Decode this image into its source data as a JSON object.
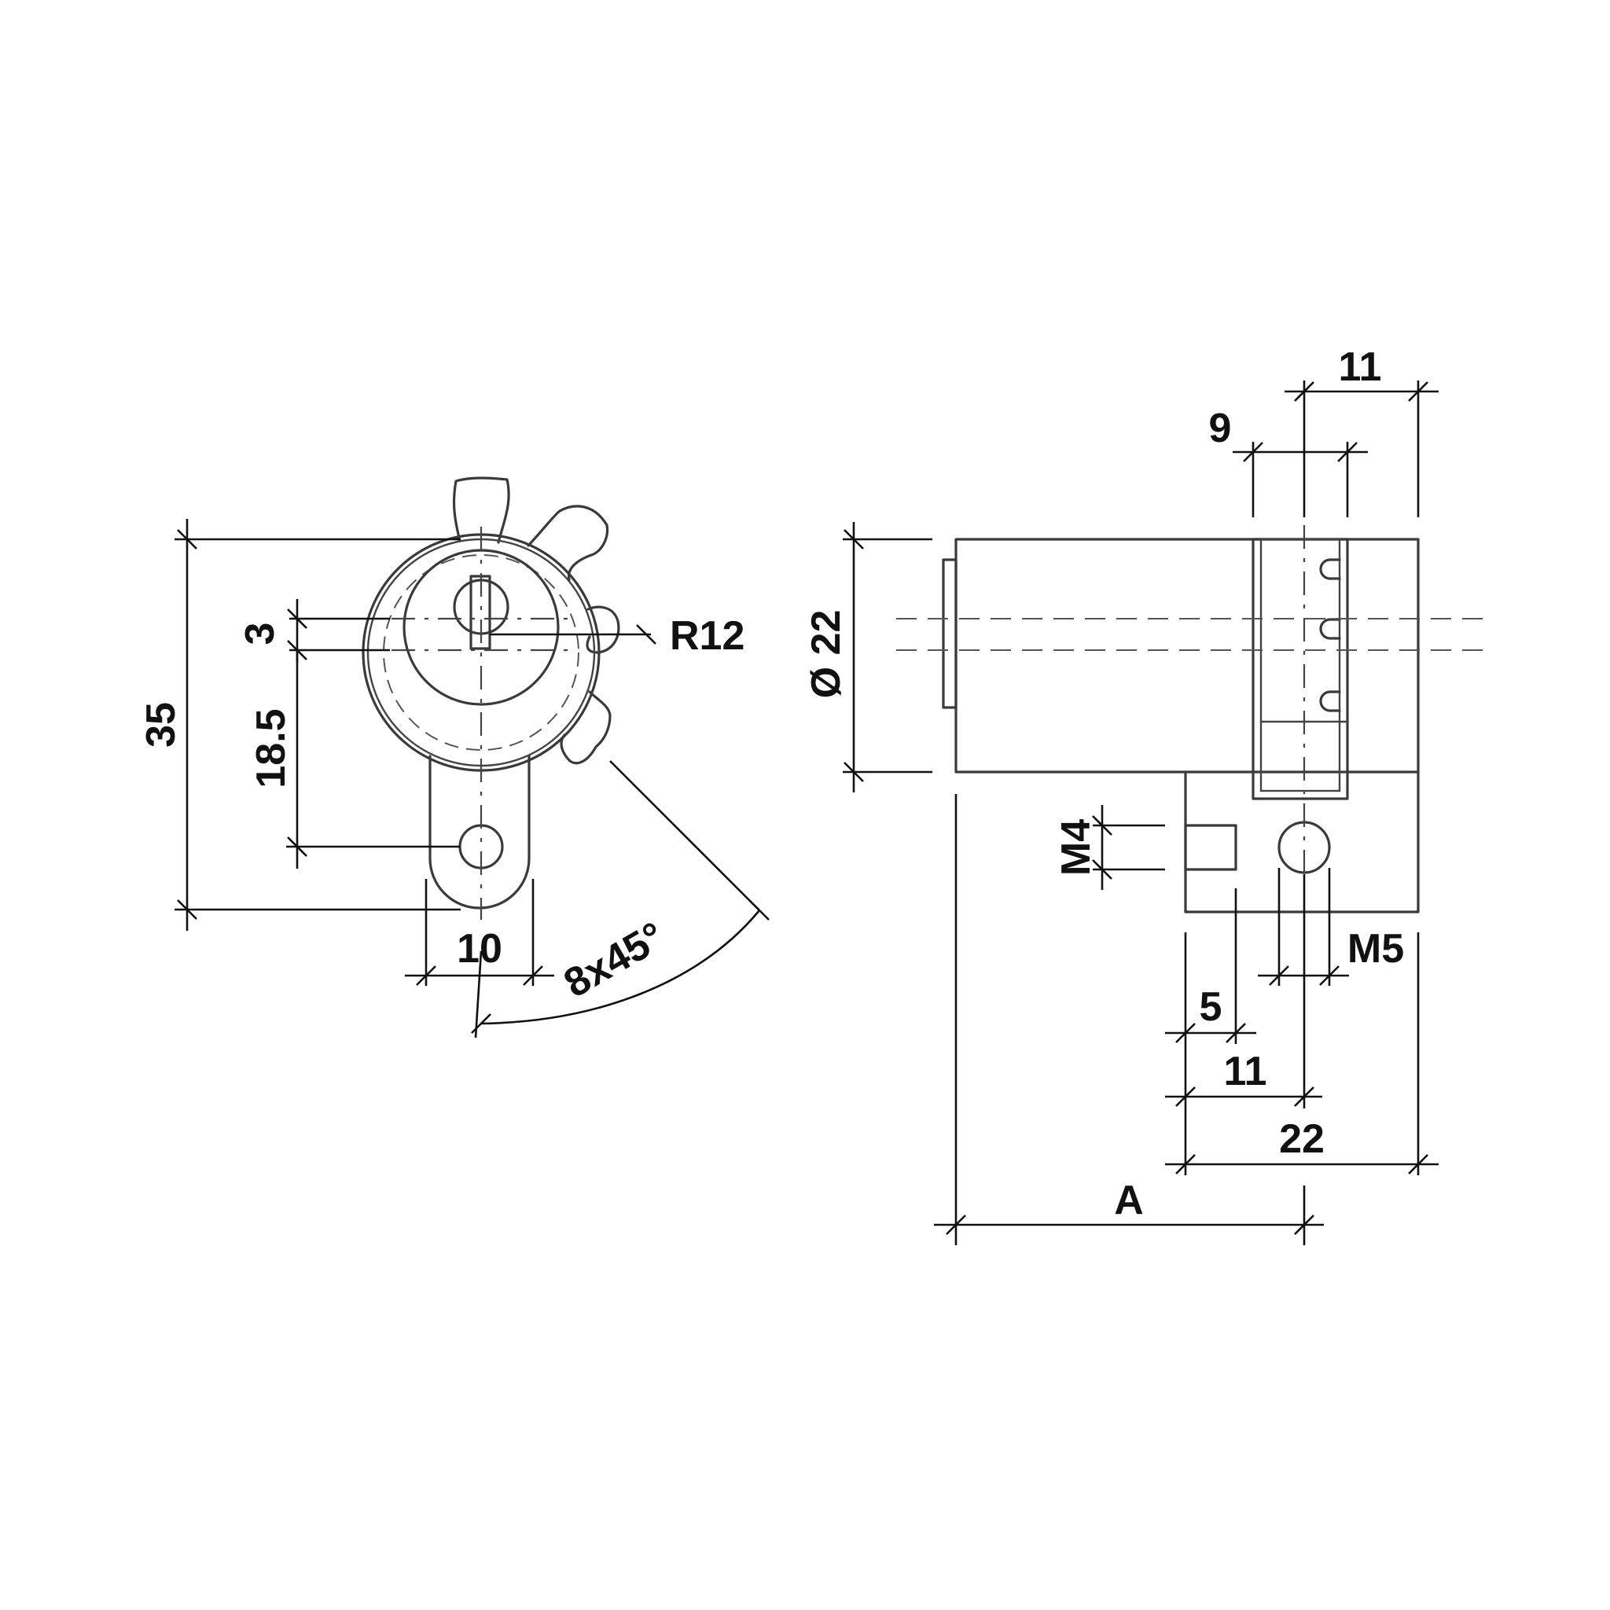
{
  "front_view": {
    "dimensions": {
      "overall_height": "35",
      "slot_width": "3",
      "hole_offset": "18.5",
      "radius": "R12",
      "tab_width": "10",
      "rotation_steps": "8x45°"
    }
  },
  "side_view": {
    "dimensions": {
      "top_outer": "11",
      "top_inner": "9",
      "diameter": "Ø 22",
      "thread_small": "M4",
      "thread_large": "M5",
      "offset_5": "5",
      "offset_11": "11",
      "base_length": "22",
      "length_a": "A"
    }
  }
}
